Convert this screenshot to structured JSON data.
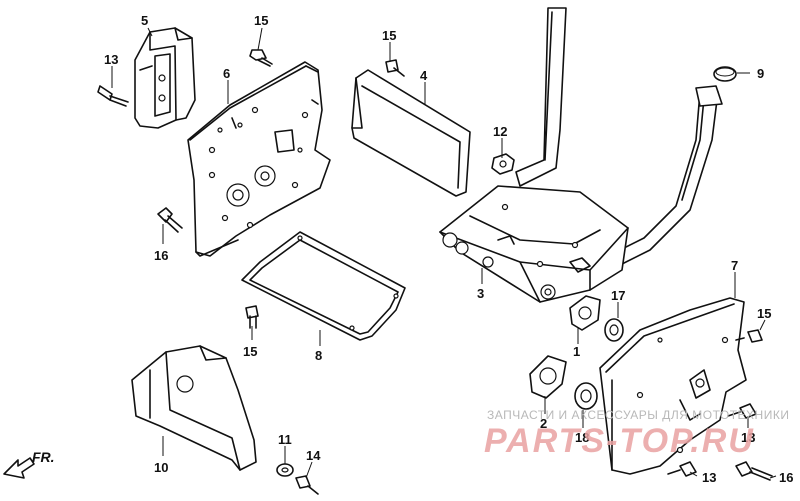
{
  "callouts": {
    "c1": "1",
    "c2": "2",
    "c3": "3",
    "c4": "4",
    "c5": "5",
    "c6": "6",
    "c7": "7",
    "c8": "8",
    "c9": "9",
    "c10": "10",
    "c11": "11",
    "c12": "12",
    "c13a": "13",
    "c13b": "13",
    "c13c": "13",
    "c14": "14",
    "c15a": "15",
    "c15b": "15",
    "c15c": "15",
    "c15d": "15",
    "c16a": "16",
    "c16b": "16",
    "c17": "17",
    "c18": "18"
  },
  "direction_label": "FR.",
  "watermark": {
    "top_line": "ЗАПЧАСТИ И АКСЕССУАРЫ ДЛЯ МОТОТЕХНИКИ",
    "brand": "PARTS-TOP.RU",
    "brand_color": "#e9a2a2"
  }
}
